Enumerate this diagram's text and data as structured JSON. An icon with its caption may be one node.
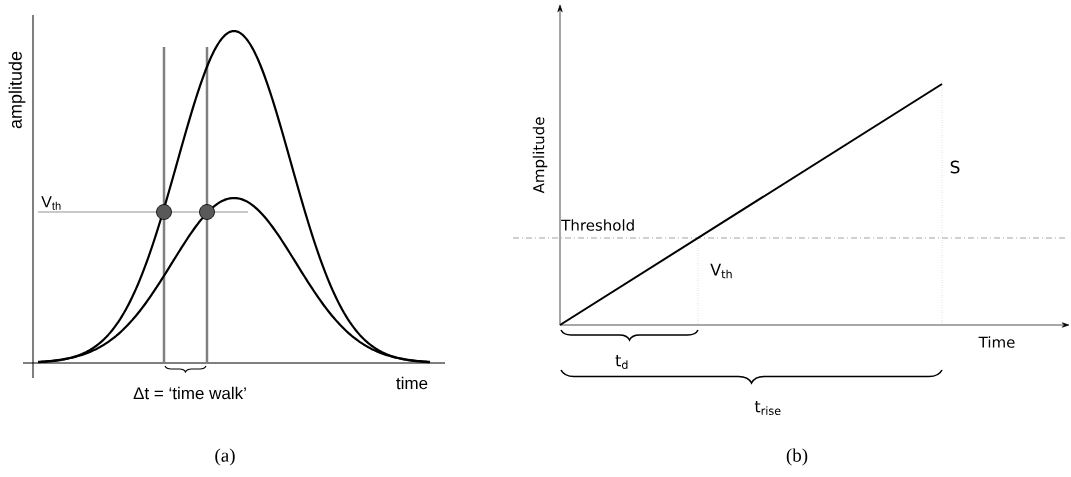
{
  "diagram": {
    "labels": [
      "amplitude",
      "V$_{th}$",
      "time",
      "Δt = ‘time walk’",
      "(a)",
      "Amplitude",
      "Threshold",
      "S",
      "V$_{th}$",
      "Time",
      "t$_{d}$",
      "t$_{rise}$",
      "(b)"
    ]
  }
}
